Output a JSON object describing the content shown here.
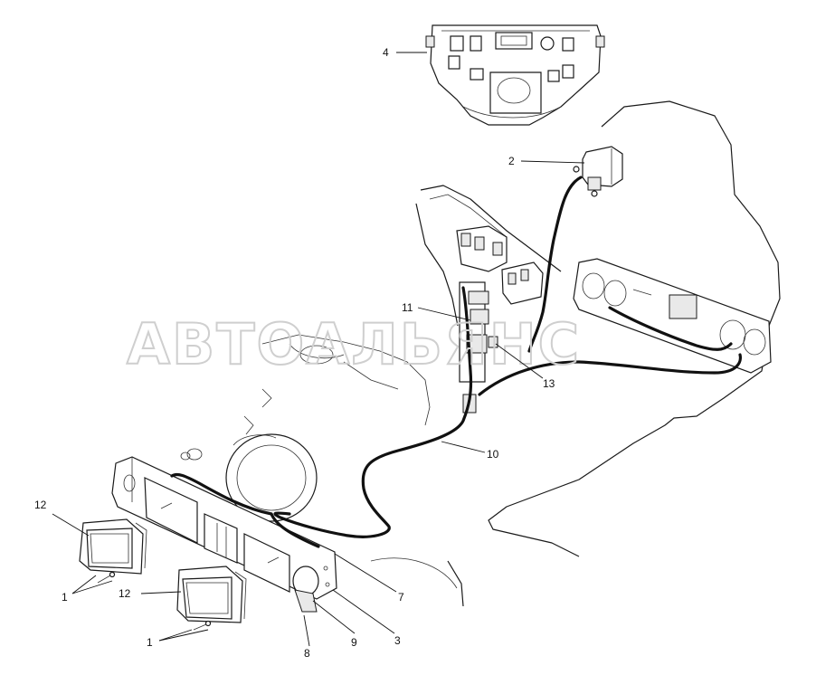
{
  "watermark": "АВТОАЛЬЯНС",
  "callouts": {
    "c1a": "1",
    "c1b": "1",
    "c2": "2",
    "c3": "3",
    "c4": "4",
    "c7": "7",
    "c8": "8",
    "c9": "9",
    "c10": "10",
    "c11": "11",
    "c12a": "12",
    "c12b": "12",
    "c13": "13"
  }
}
